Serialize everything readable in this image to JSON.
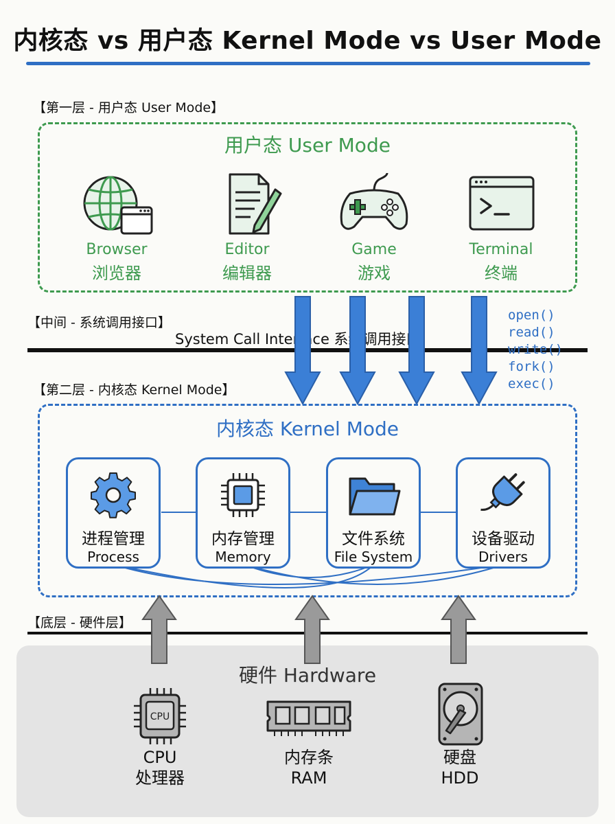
{
  "title": "内核态 vs 用户态 Kernel Mode vs User Mode",
  "labels": {
    "layer1": "【第一层 - 用户态 User Mode】",
    "middle": "【中间 - 系统调用接口】",
    "layer2": "【第二层 - 内核态 Kernel Mode】",
    "bottom": "【底层 - 硬件层】"
  },
  "user_mode": {
    "title": "用户态 User Mode",
    "apps": [
      {
        "en": "Browser",
        "zh": "浏览器",
        "icon": "globe-window-icon"
      },
      {
        "en": "Editor",
        "zh": "编辑器",
        "icon": "document-pencil-icon"
      },
      {
        "en": "Game",
        "zh": "游戏",
        "icon": "gamepad-icon"
      },
      {
        "en": "Terminal",
        "zh": "终端",
        "icon": "terminal-icon"
      }
    ]
  },
  "syscall": {
    "text": "System Call Interface 系统调用接口",
    "calls": [
      "open()",
      "read()",
      "write()",
      "fork()",
      "exec()"
    ]
  },
  "kernel_mode": {
    "title": "内核态 Kernel Mode",
    "modules": [
      {
        "zh": "进程管理",
        "en": "Process",
        "icon": "gear-icon"
      },
      {
        "zh": "内存管理",
        "en": "Memory",
        "icon": "chip-icon"
      },
      {
        "zh": "文件系统",
        "en": "File System",
        "icon": "folder-icon"
      },
      {
        "zh": "设备驱动",
        "en": "Drivers",
        "icon": "plug-icon"
      }
    ]
  },
  "hardware": {
    "title": "硬件 Hardware",
    "items": [
      {
        "label1": "CPU",
        "label2": "处理器",
        "icon": "cpu-icon",
        "chip_text": "CPU"
      },
      {
        "label1": "内存条",
        "label2": "RAM",
        "icon": "ram-icon"
      },
      {
        "label1": "硬盘",
        "label2": "HDD",
        "icon": "hdd-icon"
      }
    ]
  },
  "colors": {
    "user": "#3e9a4f",
    "kernel": "#2f6fc4",
    "hardware": "#e4e4e4",
    "arrow_down": "#3b7fd6",
    "arrow_up": "#8f8f8f"
  }
}
